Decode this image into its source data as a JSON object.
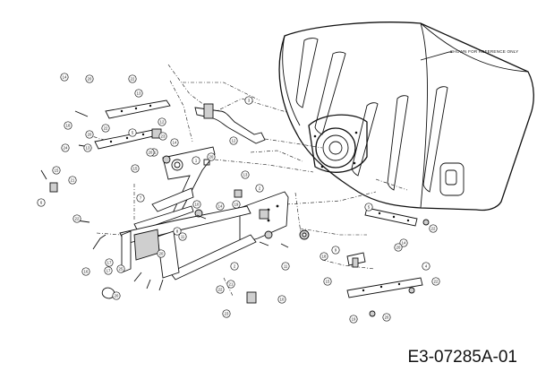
{
  "figure": {
    "reference_note": "SHOWN FOR REFERENCE ONLY",
    "document_code": "E3-07285A-01"
  },
  "callouts": [
    {
      "label": "14"
    },
    {
      "label": "20"
    },
    {
      "label": "22"
    },
    {
      "label": "13"
    },
    {
      "label": "18"
    },
    {
      "label": "20"
    },
    {
      "label": "24"
    },
    {
      "label": "13"
    },
    {
      "label": "22"
    },
    {
      "label": "3"
    },
    {
      "label": "5"
    },
    {
      "label": "12"
    },
    {
      "label": "23"
    },
    {
      "label": "11"
    },
    {
      "label": "1"
    },
    {
      "label": "2"
    },
    {
      "label": "21"
    },
    {
      "label": "6"
    },
    {
      "label": "15"
    },
    {
      "label": "7"
    },
    {
      "label": "22"
    },
    {
      "label": "10"
    },
    {
      "label": "19"
    },
    {
      "label": "13"
    },
    {
      "label": "17"
    },
    {
      "label": "14"
    },
    {
      "label": "8"
    },
    {
      "label": "16"
    },
    {
      "label": "20"
    },
    {
      "label": "2"
    },
    {
      "label": "5"
    },
    {
      "label": "14"
    },
    {
      "label": "22"
    },
    {
      "label": "9"
    },
    {
      "label": "20"
    },
    {
      "label": "18"
    },
    {
      "label": "15"
    },
    {
      "label": "4"
    },
    {
      "label": "22"
    },
    {
      "label": "19"
    },
    {
      "label": "20"
    },
    {
      "label": "11"
    },
    {
      "label": "21"
    },
    {
      "label": "10"
    },
    {
      "label": "22"
    },
    {
      "label": "23"
    },
    {
      "label": "12"
    },
    {
      "label": "20"
    },
    {
      "label": "17"
    },
    {
      "label": "25"
    },
    {
      "label": "20"
    },
    {
      "label": "11"
    },
    {
      "label": "15"
    },
    {
      "label": "14"
    },
    {
      "label": "20"
    }
  ]
}
